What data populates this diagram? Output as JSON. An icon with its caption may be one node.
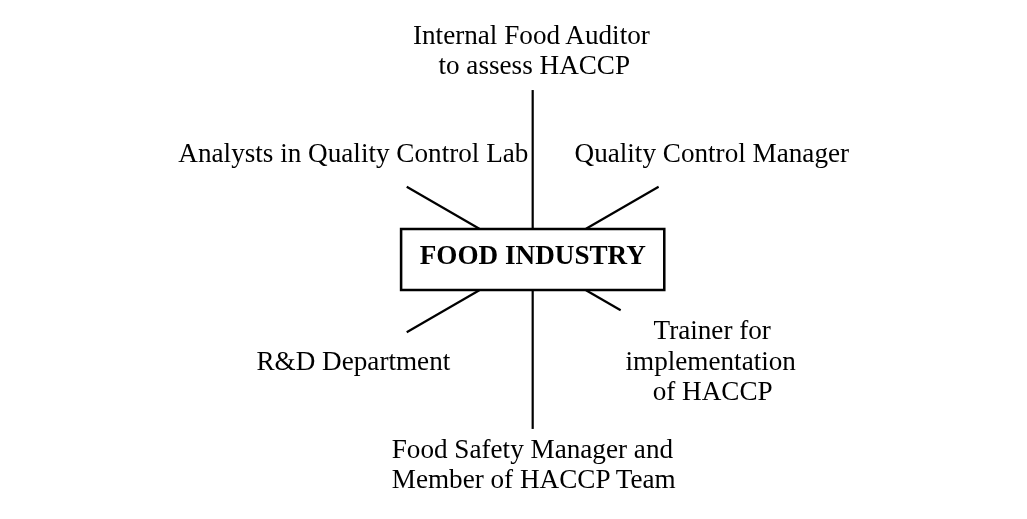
{
  "diagram": {
    "nodes": [
      {
        "text": [
          "Quality Control Manager"
        ]
      },
      {
        "text": [
          "Internal Food Auditor to assess HACCP"
        ]
      },
      {
        "text": [
          "Analysts in Quality Control Lab"
        ]
      },
      {
        "text": [
          "FOOD INDUSTRY"
        ]
      },
      {
        "text": [
          "R&D Department"
        ]
      },
      {
        "text": [
          "Food Safety Manager and Member of HACCP Team"
        ]
      },
      {
        "text": [
          "Trainer for implementation of HACCP"
        ]
      }
    ],
    "edges": [
      {
        "from": 3,
        "to": 0,
        "arrow": "none"
      },
      {
        "from": 3,
        "to": 1,
        "arrow": "none"
      },
      {
        "from": 3,
        "to": 2,
        "arrow": "none"
      },
      {
        "from": 3,
        "to": 4,
        "arrow": "none"
      },
      {
        "from": 3,
        "to": 5,
        "arrow": "none"
      },
      {
        "from": 3,
        "to": 6,
        "arrow": "none"
      }
    ]
  }
}
